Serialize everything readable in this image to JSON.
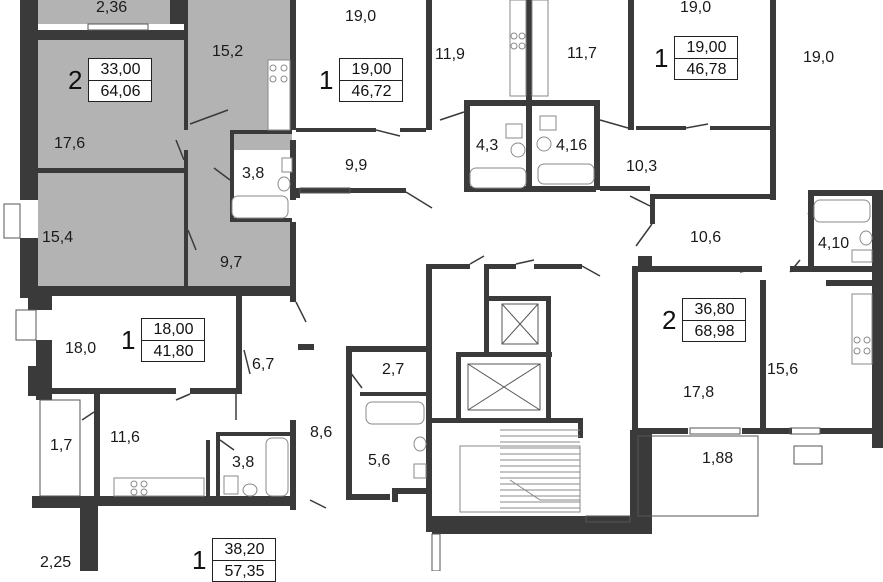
{
  "plan": {
    "room_labels": [
      {
        "id": "r1",
        "text": "2,36"
      },
      {
        "id": "r2",
        "text": "15,2"
      },
      {
        "id": "r3",
        "text": "19,0"
      },
      {
        "id": "r4",
        "text": "11,9"
      },
      {
        "id": "r5",
        "text": "11,7"
      },
      {
        "id": "r6",
        "text": "19,0"
      },
      {
        "id": "r7",
        "text": "19,0"
      },
      {
        "id": "r8",
        "text": "17,6"
      },
      {
        "id": "r9",
        "text": "3,8"
      },
      {
        "id": "r10",
        "text": "9,9"
      },
      {
        "id": "r11",
        "text": "4,3"
      },
      {
        "id": "r12",
        "text": "4,16"
      },
      {
        "id": "r13",
        "text": "10,3"
      },
      {
        "id": "r14",
        "text": "15,4"
      },
      {
        "id": "r15",
        "text": "9,7"
      },
      {
        "id": "r16",
        "text": "10,6"
      },
      {
        "id": "r17",
        "text": "4,10"
      },
      {
        "id": "r18",
        "text": "18,0"
      },
      {
        "id": "r19",
        "text": "6,7"
      },
      {
        "id": "r20",
        "text": "2,7"
      },
      {
        "id": "r21",
        "text": "17,8"
      },
      {
        "id": "r22",
        "text": "15,6"
      },
      {
        "id": "r23",
        "text": "1,7"
      },
      {
        "id": "r24",
        "text": "11,6"
      },
      {
        "id": "r25",
        "text": "8,6"
      },
      {
        "id": "r26",
        "text": "3,8"
      },
      {
        "id": "r27",
        "text": "5,6"
      },
      {
        "id": "r28",
        "text": "1,88"
      },
      {
        "id": "r29",
        "text": "2,25"
      }
    ],
    "apartments": [
      {
        "id": "a1",
        "rooms": "2",
        "total": "33,00",
        "living": "64,06"
      },
      {
        "id": "a2",
        "rooms": "1",
        "total": "19,00",
        "living": "46,72"
      },
      {
        "id": "a3",
        "rooms": "1",
        "total": "19,00",
        "living": "46,78"
      },
      {
        "id": "a4",
        "rooms": "1",
        "total": "18,00",
        "living": "41,80"
      },
      {
        "id": "a5",
        "rooms": "2",
        "total": "36,80",
        "living": "68,98"
      },
      {
        "id": "a6",
        "rooms": "1",
        "total": "38,20",
        "living": "57,35"
      }
    ],
    "colors": {
      "wall": "#3a3a3a",
      "selected_fill": "#b3b3b3",
      "fixture": "#8a8a8a",
      "background": "#ffffff"
    }
  }
}
